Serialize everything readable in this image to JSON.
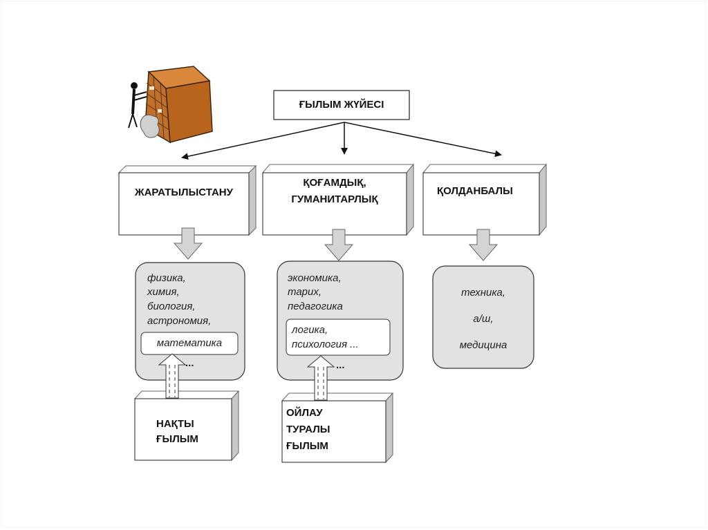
{
  "diagram": {
    "root": {
      "label": "ҒЫЛЫМ ЖҮЙЕСІ"
    },
    "illustration": {
      "icon": "person-with-bookshelf-icon"
    },
    "categories": [
      {
        "label_lines": [
          "ЖАРАТЫЛЫСТАНУ"
        ],
        "subjects": [
          "физика,",
          "химия,",
          "биология,",
          "астрономия,"
        ],
        "inner_box": [
          "математика"
        ],
        "ellipsis": "...",
        "source": [
          "НАҚТЫ",
          "ҒЫЛЫМ"
        ]
      },
      {
        "label_lines": [
          "ҚОҒАМДЫҚ,",
          "ГУМАНИТАРЛЫҚ"
        ],
        "subjects": [
          "экономика,",
          "тарих,",
          "педагогика"
        ],
        "inner_box": [
          "логика,",
          "психология ..."
        ],
        "ellipsis": "...",
        "source": [
          "ОЙЛАУ",
          "ТУРАЛЫ",
          "ҒЫЛЫМ"
        ]
      },
      {
        "label_lines": [
          "ҚОЛДАНБАЛЫ"
        ],
        "subjects": [
          "техника,",
          "а/ш,",
          "медицина"
        ]
      }
    ],
    "colors": {
      "box_fill": "#ffffff",
      "box_side": "#c8c8c8",
      "rounded_fill": "#e2e2e2",
      "block_arrow": "#d4d4d4",
      "line": "#111111",
      "shelf_brown": "#b8641c"
    }
  }
}
